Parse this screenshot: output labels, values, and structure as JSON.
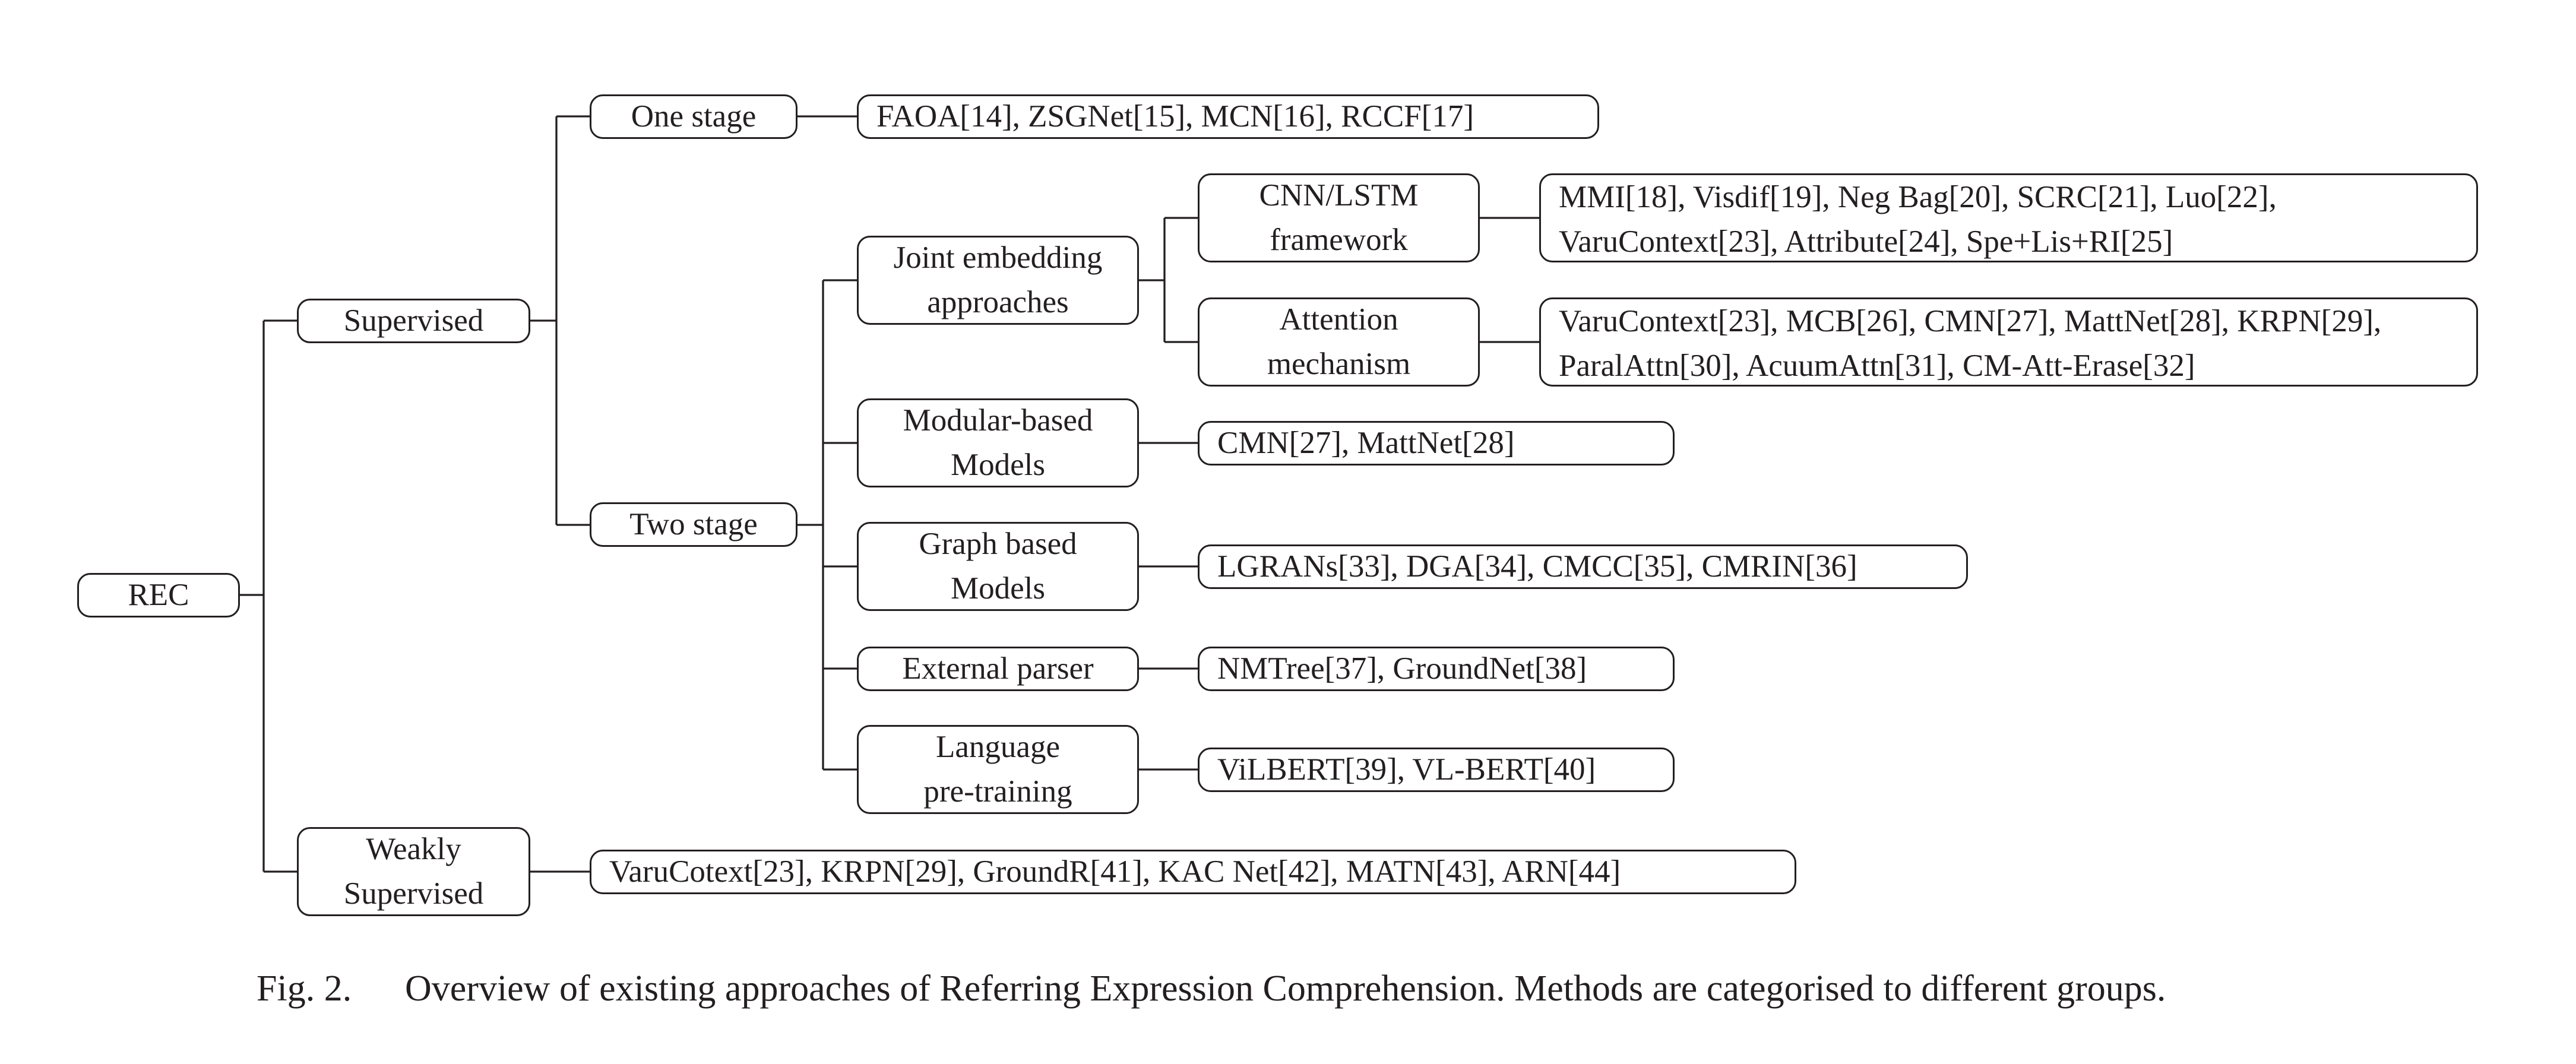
{
  "diagram": {
    "root": "REC",
    "supervised": {
      "label": "Supervised",
      "one_stage": {
        "label": "One stage",
        "methods": "FAOA[14], ZSGNet[15], MCN[16], RCCF[17]"
      },
      "two_stage": {
        "label": "Two stage",
        "joint_embedding": {
          "label_line1": "Joint embedding",
          "label_line2": "approaches",
          "cnn_lstm": {
            "label_line1": "CNN/LSTM",
            "label_line2": "framework",
            "methods_line1": "MMI[18], Visdif[19], Neg Bag[20], SCRC[21], Luo[22],",
            "methods_line2": "VaruContext[23], Attribute[24], Spe+Lis+RI[25]"
          },
          "attention": {
            "label_line1": "Attention",
            "label_line2": "mechanism",
            "methods_line1": "VaruContext[23], MCB[26], CMN[27], MattNet[28], KRPN[29],",
            "methods_line2": "ParalAttn[30], AcuumAttn[31], CM-Att-Erase[32]"
          }
        },
        "modular": {
          "label_line1": "Modular-based",
          "label_line2": "Models",
          "methods": "CMN[27], MattNet[28]"
        },
        "graph": {
          "label_line1": "Graph based",
          "label_line2": "Models",
          "methods": "LGRANs[33], DGA[34], CMCC[35], CMRIN[36]"
        },
        "parser": {
          "label": "External parser",
          "methods": "NMTree[37], GroundNet[38]"
        },
        "pretraining": {
          "label_line1": "Language",
          "label_line2": "pre-training",
          "methods": "ViLBERT[39], VL-BERT[40]"
        }
      }
    },
    "weakly": {
      "label_line1": "Weakly",
      "label_line2": "Supervised",
      "methods": "VaruCotext[23], KRPN[29], GroundR[41], KAC Net[42], MATN[43], ARN[44]"
    }
  },
  "caption": {
    "figure_label": "Fig. 2.",
    "text": "Overview of existing approaches of Referring Expression Comprehension. Methods are categorised to different groups."
  }
}
